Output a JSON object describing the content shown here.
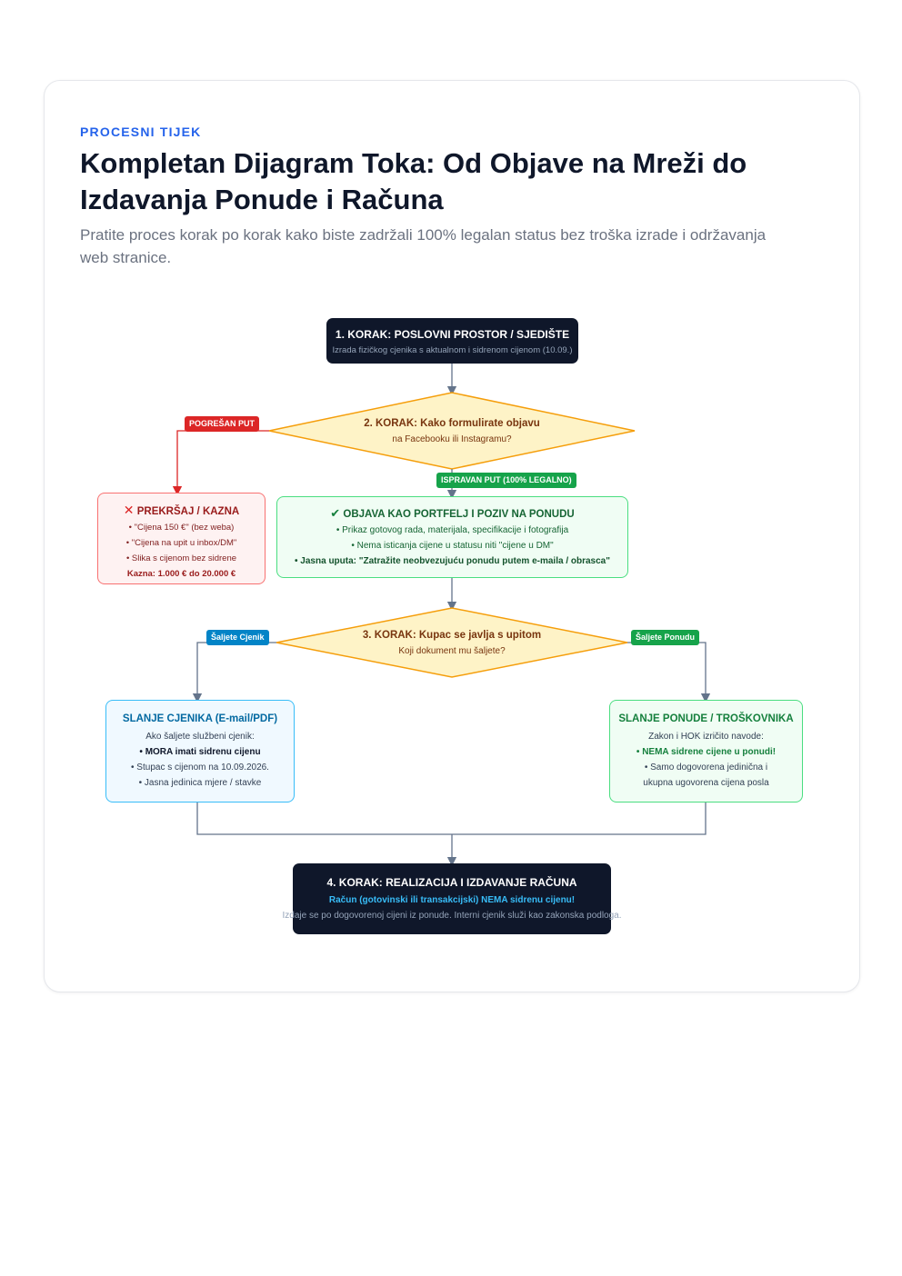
{
  "header": {
    "eyebrow": "PROCESNI TIJEK",
    "title": "Kompletan Dijagram Toka: Od Objave na Mreži do Izdavanja Ponude i Računa",
    "subtitle": "Pratite proces korak po korak kako biste zadržali 100% legalan status bez troška izrade i održavanja web stranice."
  },
  "step1": {
    "title": "1. KORAK: POSLOVNI PROSTOR / SJEDIŠTE",
    "subtitle": "Izrada fizičkog cjenika s aktualnom i sidrenom cijenom (10.09.)"
  },
  "step2": {
    "line1": "2. KORAK: Kako formulirate objavu",
    "line2": "na Facebooku ili Instagramu?"
  },
  "tags": {
    "wrong": "POGREŠAN PUT",
    "right": "ISPRAVAN PUT (100% LEGALNO)",
    "send_pricelist": "Šaljete Cjenik",
    "send_offer": "Šaljete Ponudu"
  },
  "violation": {
    "icon": "cross-icon",
    "title": "PREKRŠAJ / KAZNA",
    "items": [
      "• \"Cijena 150 €\" (bez weba)",
      "• \"Cijena na upit u inbox/DM\"",
      "• Slika s cijenom bez sidrene"
    ],
    "fine": "Kazna: 1.000 € do 20.000 €"
  },
  "portfolio": {
    "icon": "checkmark-icon",
    "title": "OBJAVA KAO PORTFELJ I POZIV NA PONUDU",
    "items": [
      "• Prikaz gotovog rada, materijala, specifikacije i fotografija",
      "• Nema isticanja cijene u statusu niti \"cijene u DM\""
    ],
    "instruction": "• Jasna uputa: \"Zatražite neobvezujuću ponudu putem e-maila / obrasca\""
  },
  "step3": {
    "line1": "3. KORAK: Kupac se javlja s upitom",
    "line2": "Koji dokument mu šaljete?"
  },
  "pricelist": {
    "title": "SLANJE CJENIKA (E-mail/PDF)",
    "intro": "Ako šaljete službeni cjenik:",
    "must": "• MORA imati sidrenu cijenu",
    "items": [
      "• Stupac s cijenom na 10.09.2026.",
      "• Jasna jedinica mjere / stavke"
    ]
  },
  "offer": {
    "title": "SLANJE PONUDE / TROŠKOVNIKA",
    "intro": "Zakon i HOK izričito navode:",
    "highlight": "• NEMA sidrene cijene u ponudi!",
    "items": [
      "• Samo dogovorena jedinična i",
      "ukupna ugovorena cijena posla"
    ]
  },
  "step4": {
    "title": "4. KORAK: REALIZACIJA I IZDAVANJE RAČUNA",
    "highlight": "Račun (gotovinski ili transakcijski) NEMA sidrenu cijenu!",
    "note": "Izdaje se po dogovorenoj cijeni iz ponude. Interni cjenik služi kao zakonska podloga."
  },
  "colors": {
    "accent": "#2563eb",
    "dark": "#0f172a",
    "red": "#dc2626",
    "green": "#16a34a",
    "blue": "#0284c7",
    "diamond_fill": "#fef3c7",
    "diamond_stroke": "#f59e0b"
  }
}
